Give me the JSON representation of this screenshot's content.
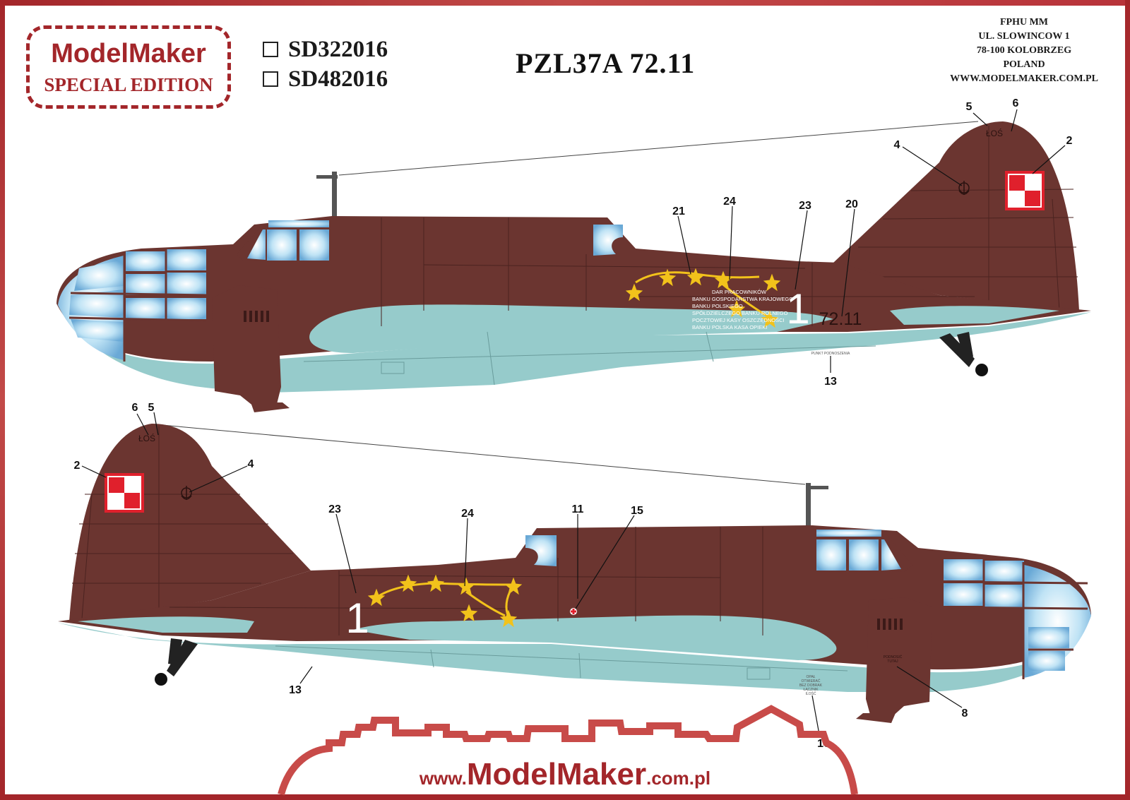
{
  "logo": {
    "line1": "ModelMaker",
    "line2": "SPECIAL EDITION"
  },
  "product_codes": [
    {
      "code": "SD322016",
      "checked": false
    },
    {
      "code": "SD482016",
      "checked": false
    }
  ],
  "title": "PZL37A 72.11",
  "address": [
    "FPHU MM",
    "UL. SLOWINCOW 1",
    "78-100 KOLOBRZEG",
    "POLAND",
    "WWW.MODELMAKER.COM.PL"
  ],
  "colors": {
    "frame": "#a3262a",
    "upper_camouflage": "#6b3530",
    "lower_surface": "#96cbcb",
    "glazing": "#bfe3f5",
    "star_yellow": "#f2c21b",
    "roundel_red": "#e0202c"
  },
  "side_view_upper": {
    "callouts": [
      "5",
      "6",
      "4",
      "2",
      "21",
      "24",
      "23",
      "20",
      "13"
    ],
    "fin_text": "ŁOŚ",
    "fuselage_number": "1",
    "tail_code": "72.11",
    "dedication_lines": [
      "DAR PRACOWNIKÓW",
      "BANKU GOSPODARSTWA KRAJOWEGO",
      "BANKU POLSKIEGO",
      "SPÓŁDZIELCZEGO BANKU ROLNEGO",
      "POCZTOWEJ KASY OSZCZĘDNOŚCI",
      "BANKU POLSKA KASA OPIEKI"
    ],
    "stencil": "PUNKT PODNOSZENIA"
  },
  "side_view_lower": {
    "callouts": [
      "6",
      "5",
      "2",
      "4",
      "23",
      "24",
      "11",
      "15",
      "13",
      "16",
      "8"
    ],
    "fin_text": "ŁOŚ",
    "fuselage_number": "1",
    "stencil_fuel": [
      "OPAŁ",
      "OTWIERAĆ",
      "BEZ DOBRAK",
      "ŁĄCZNIK",
      "ILOŚĆ"
    ],
    "stencil_lift": [
      "PODNOSIĆ",
      "TUTAJ"
    ]
  },
  "website": {
    "prefix": "www.",
    "brand": "ModelMaker",
    "suffix": ".com.pl"
  }
}
